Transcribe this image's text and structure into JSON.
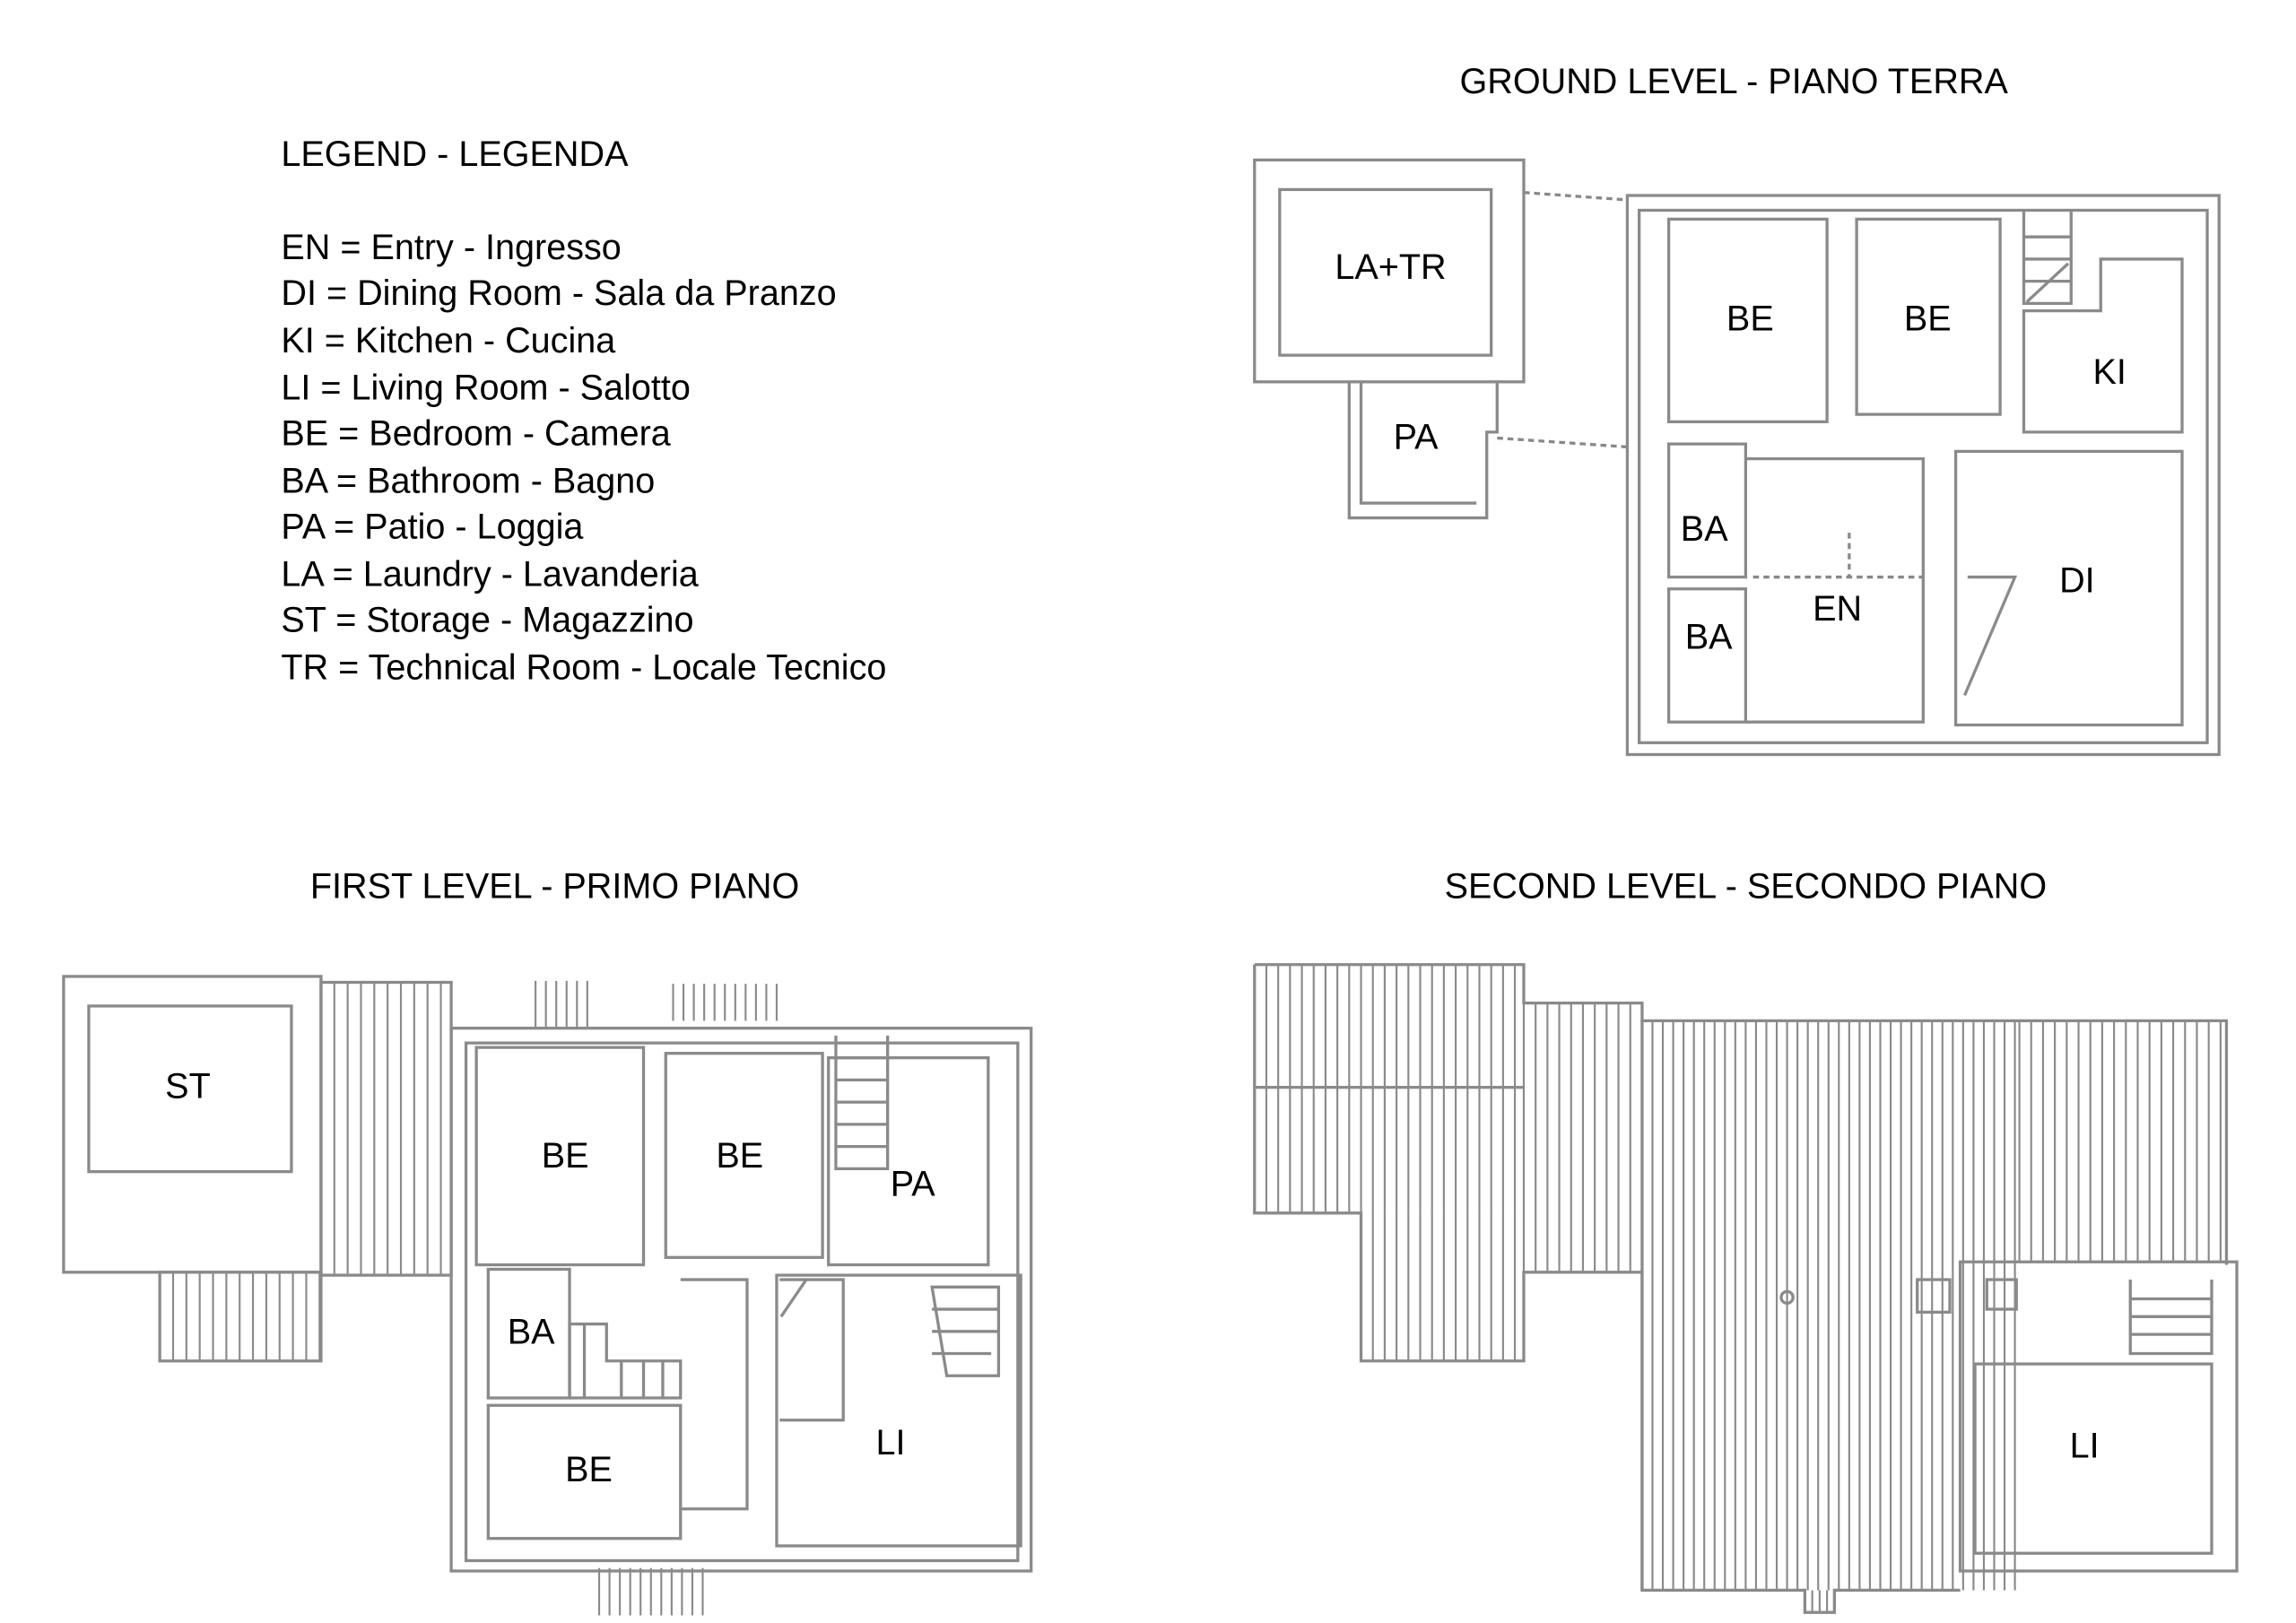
{
  "legend": {
    "title": "LEGEND - LEGENDA",
    "entries": [
      "EN = Entry - Ingresso",
      "DI = Dining Room - Sala da Pranzo",
      "KI = Kitchen - Cucina",
      "LI = Living Room - Salotto",
      "BE = Bedroom - Camera",
      "BA = Bathroom - Bagno",
      "PA = Patio - Loggia",
      "LA = Laundry - Lavanderia",
      "ST = Storage - Magazzino",
      "TR = Technical Room - Locale Tecnico"
    ]
  },
  "ground": {
    "title": "GROUND LEVEL - PIANO TERRA",
    "rooms": [
      "LA+TR",
      "PA",
      "BE",
      "BE",
      "KI",
      "BA",
      "BA",
      "EN",
      "DI"
    ]
  },
  "first": {
    "title": "FIRST LEVEL - PRIMO PIANO",
    "rooms": [
      "ST",
      "BE",
      "BE",
      "PA",
      "BA",
      "BE",
      "LI"
    ]
  },
  "second": {
    "title": "SECOND LEVEL - SECONDO PIANO",
    "rooms": [
      "LI"
    ]
  }
}
